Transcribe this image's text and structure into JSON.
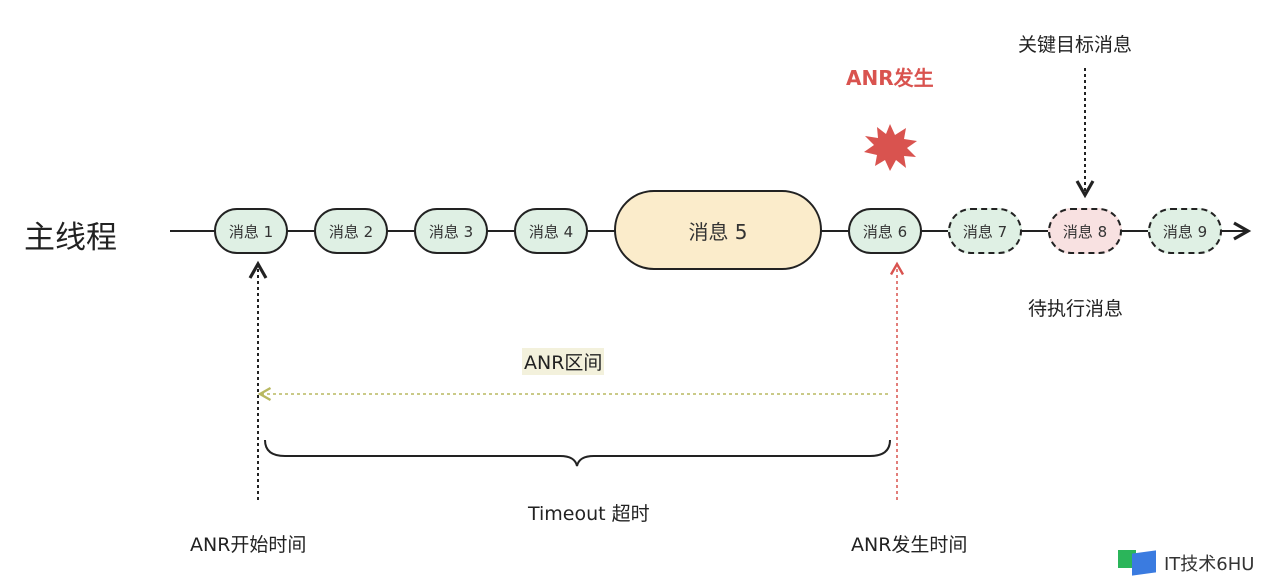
{
  "thread_label": "主线程",
  "anr_occur_label": "ANR发生",
  "key_target_label": "关键目标消息",
  "pending_label": "待执行消息",
  "anr_interval_label": "ANR区间",
  "timeout_label": "Timeout 超时",
  "anr_start_time_label": "ANR开始时间",
  "anr_occur_time_label": "ANR发生时间",
  "watermark": "IT技术6HU",
  "messages": [
    "消息 1",
    "消息 2",
    "消息 3",
    "消息 4",
    "消息 5",
    "消息 6",
    "消息 7",
    "消息 8",
    "消息 9"
  ],
  "colors": {
    "anr_red": "#d9534f",
    "node_green": "#dff0e4",
    "node_yellow": "#fbeccb",
    "node_pink": "#f8e1e1",
    "interval_line": "#b8b860"
  }
}
